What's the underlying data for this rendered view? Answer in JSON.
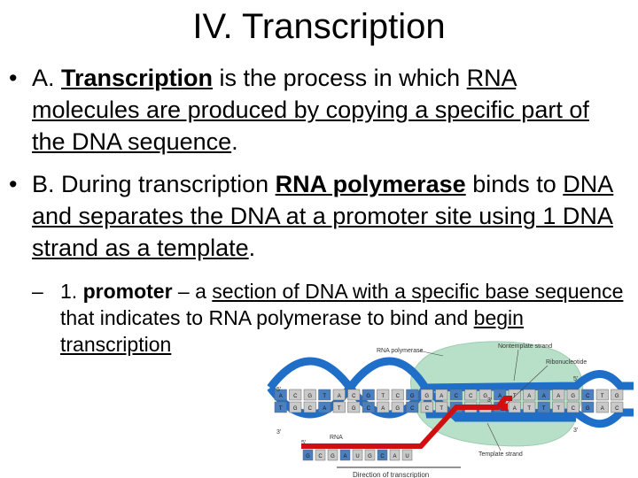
{
  "slide": {
    "title": "IV. Transcription",
    "bullet_a": {
      "marker": "•",
      "prefix": "A. ",
      "term": "Transcription",
      "mid1": " is the process in which ",
      "rna": "RNA",
      "mid2": " ",
      "u2": "molecules are produced by copying a specific part of the DNA sequence",
      "end": "."
    },
    "bullet_b": {
      "marker": "•",
      "prefix": "B. During transcription ",
      "term": "RNA polymerase",
      "mid": " binds to ",
      "u2": "DNA and separates the DNA at a promoter site using 1 DNA strand as a template",
      "end": "."
    },
    "sub_1": {
      "dash": "–",
      "prefix": "1. ",
      "term": "promoter",
      "mid": " – a ",
      "u1": "section of DNA with a specific base sequence",
      "rest": " that indicates to RNA polymerase to bind and ",
      "u2": "begin transcription"
    }
  },
  "diagram": {
    "labels": {
      "rna_polymerase": "RNA polymerase",
      "nontemplate_strand": "Nontemplate strand",
      "ribonucleotide": "Ribonucleotide",
      "rna": "RNA",
      "template_strand": "Template strand",
      "direction": "Direction of transcription",
      "five_prime_top_left": "5'",
      "three_prime_left": "3'",
      "five_prime_rna": "5'",
      "three_prime_mid": "3'",
      "five_prime_right": "5'",
      "three_prime_right": "3'"
    },
    "colors": {
      "polymerase": "#b8e0c8",
      "dna_blue": "#1f6fc8",
      "rna_red": "#d01010",
      "base_gray": "#c9c9c9",
      "base_blue": "#4a7fc0"
    },
    "top_bases": [
      "A",
      "C",
      "G",
      "T",
      "A",
      "C",
      "G",
      "T",
      "C",
      "G",
      "G",
      "A",
      "C",
      "C",
      "G",
      "A",
      "T",
      "A",
      "A",
      "A",
      "G",
      "C",
      "T",
      "G"
    ],
    "bottom_bases": [
      "T",
      "G",
      "C",
      "A",
      "T",
      "G",
      "C",
      "A",
      "G",
      "C",
      "C",
      "T",
      "G",
      "G",
      "C",
      "T",
      "A",
      "T",
      "T",
      "T",
      "C",
      "G",
      "A",
      "C"
    ],
    "rna_bases": [
      "G",
      "C",
      "G",
      "A",
      "U",
      "G",
      "C",
      "A",
      "U"
    ]
  }
}
